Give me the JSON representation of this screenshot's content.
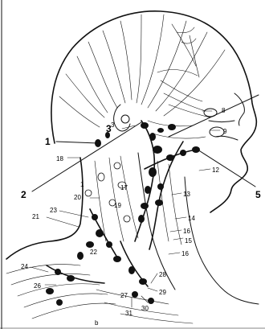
{
  "figure": {
    "callouts": {
      "c1": "1",
      "c2": "2",
      "c3": "3",
      "c5": "5"
    },
    "labels": {
      "l8": "8",
      "l9": "9",
      "l12": "12",
      "l13": "13",
      "l14": "14",
      "l15": "15",
      "l16a": "16",
      "l16b": "16",
      "l17": "17",
      "l18": "18",
      "l19": "19",
      "l20": "20",
      "l21": "21",
      "l22": "22",
      "l23": "23",
      "l24": "24",
      "l26": "26",
      "l27": "27",
      "l28": "28",
      "l29": "29",
      "l30": "30",
      "l31": "31",
      "lb": "b",
      "l3small": "3",
      "l1small": "1"
    }
  }
}
